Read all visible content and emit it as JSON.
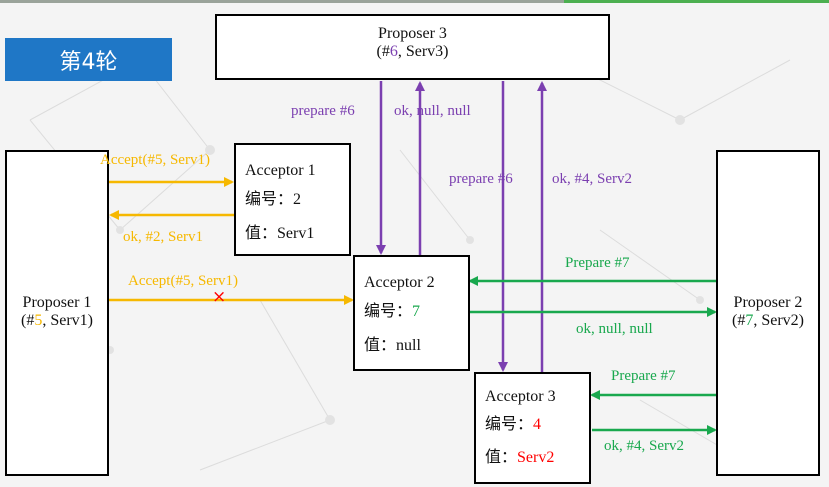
{
  "round_label": "第4轮",
  "proposer3": {
    "name": "Proposer 3",
    "open": "(#",
    "num": "6",
    "rest": ", Serv3)"
  },
  "proposer1": {
    "name": "Proposer 1",
    "open": "(#",
    "num": "5",
    "rest": ", Serv1)"
  },
  "proposer2": {
    "name": "Proposer 2",
    "open": "(#",
    "num": "7",
    "rest": ", Serv2)"
  },
  "acceptor1": {
    "name": "Acceptor 1",
    "num_label": "编号：",
    "num": "2",
    "val_label": "值：",
    "val": "Serv1"
  },
  "acceptor2": {
    "name": "Acceptor 2",
    "num_label": "编号：",
    "num": "7",
    "val_label": "值：",
    "val": "null"
  },
  "acceptor3": {
    "name": "Acceptor 3",
    "num_label": "编号：",
    "num": "4",
    "val_label": "值：",
    "val": "Serv2"
  },
  "messages": {
    "p3_prepare_a2": "prepare #6",
    "a2_ok_p3": "ok, null, null",
    "p3_prepare_a3": "prepare #6",
    "a3_ok_p3": "ok, #4, Serv2",
    "p1_accept_a1": "Accept(#5, Serv1)",
    "a1_ok_p1": "ok, #2, Serv1",
    "p1_accept_a2": "Accept(#5, Serv1)",
    "p2_prepare_a2": "Prepare #7",
    "a2_ok_p2": "ok, null, null",
    "p2_prepare_a3": "Prepare #7",
    "a3_ok_p2": "ok, #4, Serv2"
  },
  "failed_marker": "×",
  "colors": {
    "purple": "#7b3fb0",
    "orange": "#f6b800",
    "green": "#19a84e",
    "red": "#ff0000",
    "badge": "#1f77c6"
  }
}
